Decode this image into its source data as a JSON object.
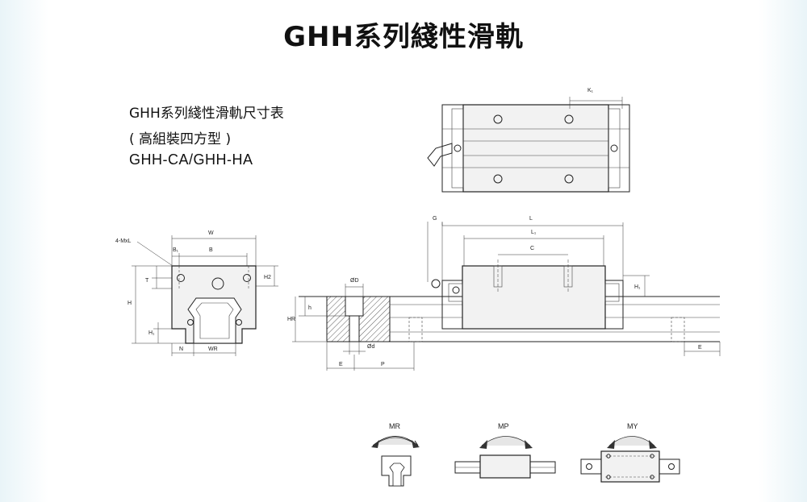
{
  "title": "GHH系列綫性滑軌",
  "subtitle": {
    "line1": "GHH系列綫性滑軌尺寸表",
    "line2": "( 高組裝四方型 )",
    "line3": "GHH-CA/GHH-HA"
  },
  "labels": {
    "K1": "K₁",
    "G": "G",
    "L": "L",
    "L1": "L₁",
    "C": "C",
    "H1_side": "H₁",
    "E_right": "E",
    "W": "W",
    "B1": "B₁",
    "B": "B",
    "mxl": "4-MxL",
    "T": "T",
    "H2": "H2",
    "H": "H",
    "H1_front": "H₁",
    "N": "N",
    "WR": "WR",
    "phiD": "ØD",
    "h": "h",
    "HR": "HR",
    "phid": "Ød",
    "E": "E",
    "P": "P",
    "MR": "MR",
    "MP": "MP",
    "MY": "MY"
  }
}
